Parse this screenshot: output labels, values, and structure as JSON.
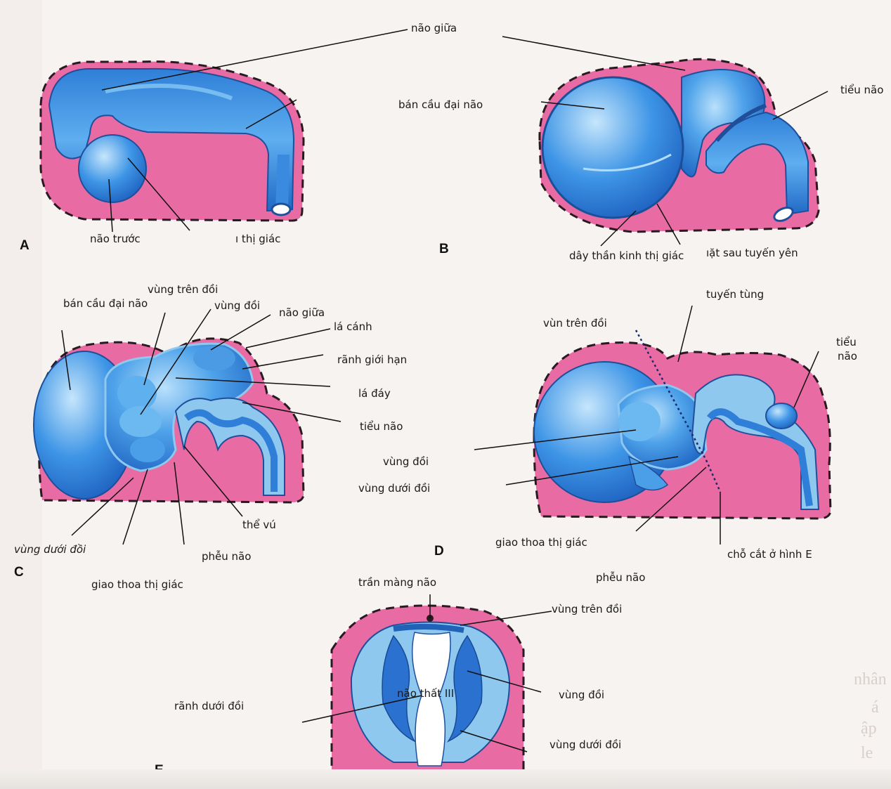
{
  "panels": {
    "a": "A",
    "b": "B",
    "c": "C",
    "d": "D",
    "e": "E"
  },
  "labels": {
    "nao_giua_top": "não giữa",
    "nao_truoc": "não trước",
    "thi_giac_a": "ı thị giác",
    "ban_cau_b": "bán cầu đại não",
    "tieu_nao_b": "tiểu não",
    "day_than_kinh": "dây thần kinh thị giác",
    "sau_tuyen_yen": "ıặt sau tuyến yên",
    "vung_tren_doi_c": "vùng trên đồi",
    "ban_cau_c": "bán cầu đại não",
    "vung_doi_c": "vùng đồi",
    "nao_giua_c": "não giữa",
    "la_canh": "lá cánh",
    "ranh_gioi_han": "rãnh giới hạn",
    "la_day": "lá đáy",
    "tieu_nao_c": "tiểu não",
    "the_vu": "thể vú",
    "vung_duoi_doi_c": "vùng dưới đồi",
    "pheu_nao_c": "phễu não",
    "giao_thoa_c": "giao thoa thị giác",
    "tuyen_tung": "tuyến tùng",
    "vun_tren_doi_d": "vùn trên đồi",
    "tieu_nao_d1": "tiểu",
    "tieu_nao_d2": "não",
    "vung_doi_d": "vùng đồi",
    "vung_duoi_doi_d": "vùng dưới đồi",
    "giao_thoa_d": "giao thoa thị giác",
    "cho_cat": "chỗ cắt ở hình E",
    "pheu_nao_d": "phễu não",
    "tran_mang_nao": "trần màng não",
    "vung_tren_doi_e": "vùng trên đồi",
    "ranh_duoi_doi": "rãnh dưới đồi",
    "nao_that_iii": "não thất III",
    "vung_doi_e": "vùng đồi",
    "vung_duoi_doi_e": "vùng dưới đồi"
  },
  "background_text": [
    "nhân",
    "á",
    "ập",
    "le"
  ],
  "colors": {
    "pink": "#e0629a",
    "blue": "#3d93e6",
    "light_blue": "#8fc8ef",
    "dark_blue": "#1f62b8"
  }
}
